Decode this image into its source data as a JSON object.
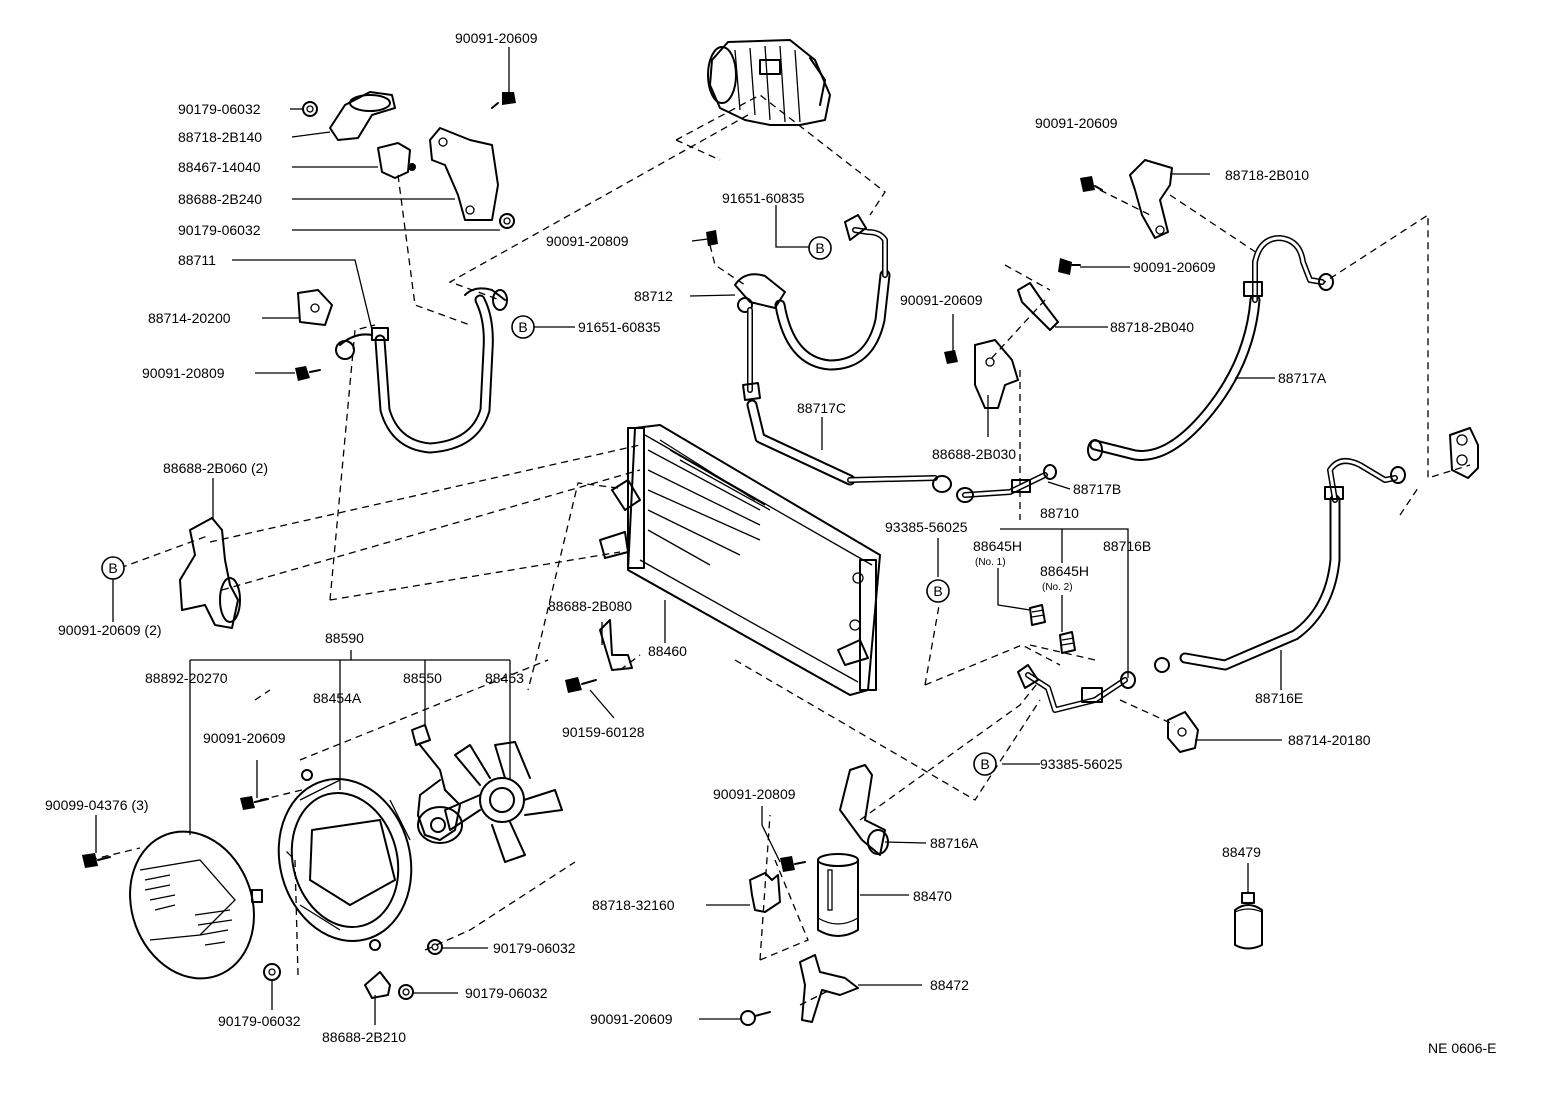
{
  "diagram_id": "NE 0606-E",
  "marker_symbol": "B",
  "part_labels": {
    "p90091_20609_top": "90091-20609",
    "p90179_06032_a": "90179-06032",
    "p88718_2B140": "88718-2B140",
    "p88467_14040": "88467-14040",
    "p88688_2B240": "88688-2B240",
    "p90179_06032_b": "90179-06032",
    "p88711": "88711",
    "p88714_20200": "88714-20200",
    "p90091_20809_a": "90091-20809",
    "p91651_60835_a": "91651-60835",
    "p91651_60835_b": "91651-60835",
    "p90091_20809_b": "90091-20809",
    "p88712": "88712",
    "p90091_20609_r1": "90091-20609",
    "p88718_2B010": "88718-2B010",
    "p90091_20609_r2": "90091-20609",
    "p90091_20609_r3": "90091-20609",
    "p88718_2B040": "88718-2B040",
    "p88717A": "88717A",
    "p88717C": "88717C",
    "p88688_2B030": "88688-2B030",
    "p88717B": "88717B",
    "p88688_2B060": "88688-2B060 (2)",
    "p90091_20609_2": "90091-20609 (2)",
    "p93385_56025_a": "93385-56025",
    "p88710": "88710",
    "p88645H_1": "88645H",
    "p88645H_1_note": "(No. 1)",
    "p88645H_2": "88645H",
    "p88645H_2_note": "(No. 2)",
    "p88716B": "88716B",
    "p88688_2B080": "88688-2B080",
    "p88460": "88460",
    "p88590": "88590",
    "p88892_20270": "88892-20270",
    "p88454A": "88454A",
    "p88550": "88550",
    "p88453": "88453",
    "p90159_60128": "90159-60128",
    "p88716E": "88716E",
    "p88714_20180": "88714-20180",
    "p90091_20609_f": "90091-20609",
    "p90099_04376": "90099-04376 (3)",
    "p93385_56025_b": "93385-56025",
    "p90091_20809_c": "90091-20809",
    "p88716A": "88716A",
    "p88479": "88479",
    "p88470": "88470",
    "p88718_32160": "88718-32160",
    "p90179_06032_c": "90179-06032",
    "p90179_06032_d": "90179-06032",
    "p88472": "88472",
    "p90179_06032_e": "90179-06032",
    "p90091_20609_bot": "90091-20609",
    "p88688_2B210": "88688-2B210"
  }
}
